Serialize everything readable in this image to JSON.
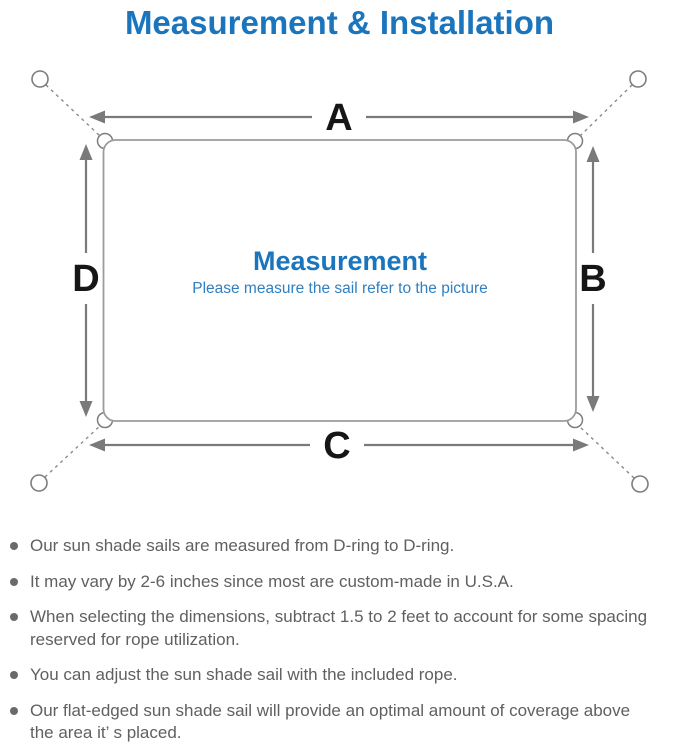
{
  "title": "Measurement & Installation",
  "diagram": {
    "label_a": "A",
    "label_b": "B",
    "label_c": "C",
    "label_d": "D",
    "center_title": "Measurement",
    "center_subtitle": "Please measure the sail refer to the picture"
  },
  "notes": {
    "items": [
      "Our sun shade sails are measured from D-ring to D-ring.",
      "It may vary by 2-6 inches since most are custom-made in U.S.A.",
      "When selecting the dimensions, subtract 1.5 to 2 feet to account for some spacing\nreserved for rope utilization.",
      "You can adjust the sun shade sail with the included rope.",
      "Our flat-edged sun shade sail will provide an optimal amount of coverage above\nthe area it’ s placed."
    ]
  },
  "colors": {
    "accent_blue": "#1A75BC",
    "subtitle_blue": "#2F7FC1",
    "arrow_gray": "#7a7a7a",
    "outline_gray": "#9c9c9c",
    "note_text_gray": "#606060"
  }
}
